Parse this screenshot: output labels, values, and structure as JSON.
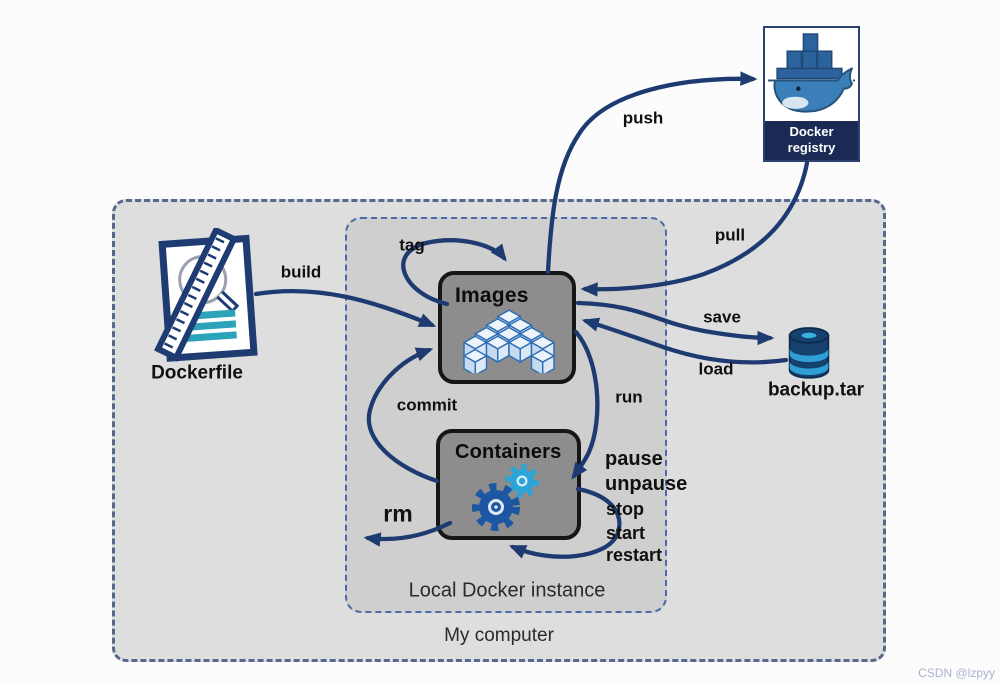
{
  "diagram": {
    "watermark": "CSDN @lzpyy",
    "outer_box": {
      "label": "My computer"
    },
    "inner_box": {
      "label": "Local Docker instance"
    },
    "nodes": {
      "dockerfile": {
        "label": "Dockerfile"
      },
      "images": {
        "label": "Images"
      },
      "containers": {
        "label": "Containers"
      },
      "registry": {
        "line1": "Docker",
        "line2": "registry"
      },
      "backup": {
        "label": "backup.tar"
      }
    },
    "edges": {
      "build": {
        "label": "build",
        "from": "Dockerfile",
        "to": "Images"
      },
      "tag": {
        "label": "tag",
        "from": "Images",
        "to": "Images"
      },
      "push": {
        "label": "push",
        "from": "Images",
        "to": "Docker registry"
      },
      "pull": {
        "label": "pull",
        "from": "Docker registry",
        "to": "Images"
      },
      "save": {
        "label": "save",
        "from": "Images",
        "to": "backup.tar"
      },
      "load": {
        "label": "load",
        "from": "backup.tar",
        "to": "Images"
      },
      "run": {
        "label": "run",
        "from": "Images",
        "to": "Containers"
      },
      "commit": {
        "label": "commit",
        "from": "Containers",
        "to": "Images"
      },
      "rm": {
        "label": "rm",
        "from": "Containers",
        "to": "outside"
      },
      "pause": {
        "label": "pause"
      },
      "unpause": {
        "label": "unpause"
      },
      "stop": {
        "label": "stop"
      },
      "start": {
        "label": "start"
      },
      "restart": {
        "label": "restart"
      }
    },
    "colors": {
      "arrow": "#1d3b70",
      "node_fill": "#8d8d8d",
      "node_border": "#161616",
      "outer_fill": "#dedede",
      "outer_border": "#56688c",
      "inner_fill": "#cfcfcf",
      "inner_border": "#4a6ba8",
      "registry_band": "#1b2a55",
      "dockerfile_accent": "#2ba3b8",
      "gear_dark": "#1d56a3",
      "gear_light": "#2ba4d8",
      "whale_blue": "#3b7fb8",
      "cube_stroke": "#2e6db4",
      "watermark_color": "#a9b3cf"
    }
  }
}
